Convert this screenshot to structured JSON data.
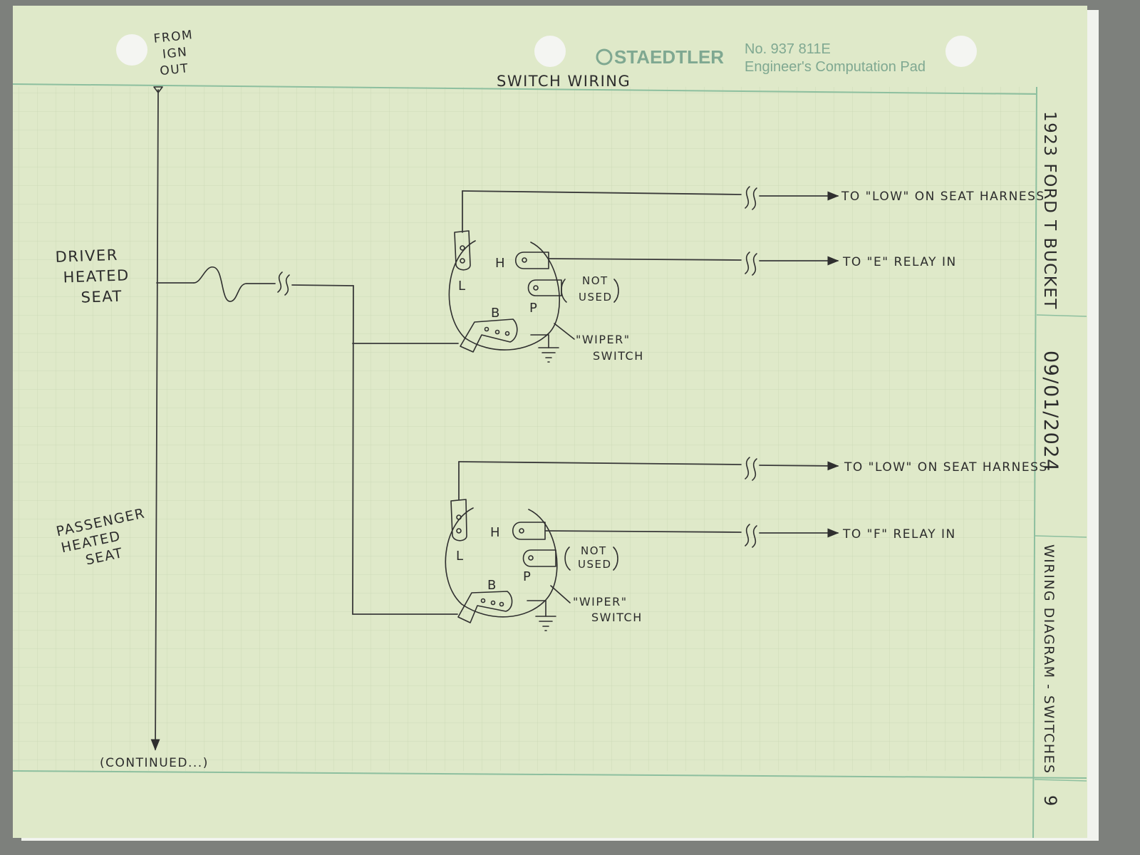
{
  "header": {
    "brand": "STAEDTLER",
    "pad_number": "No. 937 811E",
    "pad_name": "Engineer's Computation Pad",
    "title": "SWITCH WIRING"
  },
  "source": {
    "label_lines": [
      "FROM",
      "IGN",
      "OUT"
    ]
  },
  "left_labels": {
    "driver": [
      "DRIVER",
      "HEATED",
      "SEAT"
    ],
    "passenger": [
      "PASSENGER",
      "HEATED",
      "SEAT"
    ],
    "continued": "(CONTINUED...)"
  },
  "switch_top": {
    "terminals": {
      "h": "H",
      "l": "L",
      "b": "B",
      "p": "P"
    },
    "not_used": [
      "NOT",
      "USED"
    ],
    "name": [
      "\"WIPER\"",
      "SWITCH"
    ],
    "outputs": {
      "low": "TO \"LOW\" ON SEAT HARNESS",
      "relay": "TO \"E\" RELAY IN"
    }
  },
  "switch_bottom": {
    "terminals": {
      "h": "H",
      "l": "L",
      "b": "B",
      "p": "P"
    },
    "not_used": [
      "NOT",
      "USED"
    ],
    "name": [
      "\"WIPER\"",
      "SWITCH"
    ],
    "outputs": {
      "low": "TO \"LOW\" ON SEAT HARNESS",
      "relay": "TO \"F\" RELAY IN"
    }
  },
  "title_block": {
    "project": "1923 FORD T BUCKET",
    "date": "09/01/2024",
    "sheet_title": "WIRING DIAGRAM - SWITCHES",
    "page": "9"
  },
  "colors": {
    "paper": "#dfe9c9",
    "grid": "#c9d6b4",
    "border": "#8dbf9f",
    "ink": "#2c2c2c",
    "background": "#7d807c"
  }
}
